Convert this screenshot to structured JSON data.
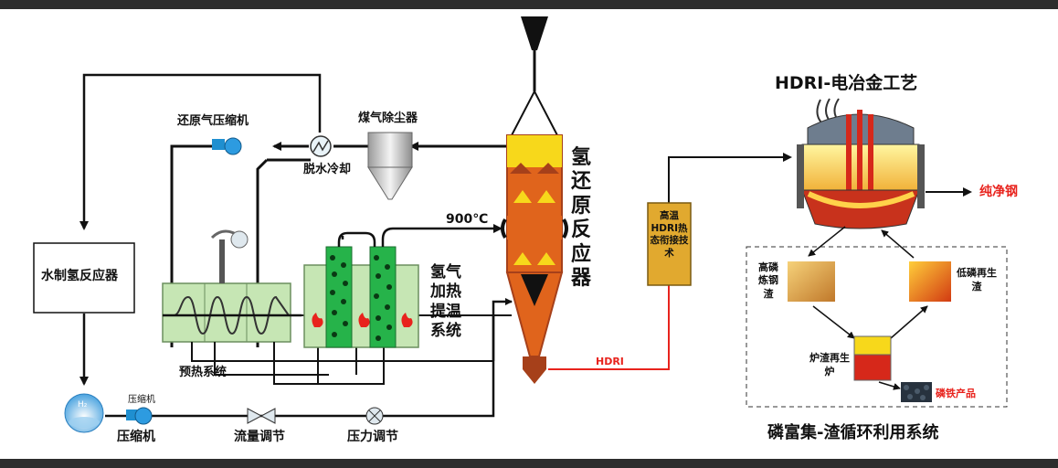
{
  "labels": {
    "water_reactor": "水制氢反应器",
    "reducing_gas_compressor": "还原气压缩机",
    "dehydration_cooling": "脱水冷却",
    "gas_dedusting": "煤气除尘器",
    "temp_900": "900℃",
    "hydrogen_heating_system": "氢气加热提温系统",
    "preheating_system": "预热系统",
    "compressor_small": "压缩机",
    "compressor": "压缩机",
    "flow_regulation": "流量调节",
    "pressure_regulation": "压力调节",
    "reduction_reactor": "氢还原反应器",
    "h2_symbol": "H₂",
    "hdri": "HDRI",
    "hot_transfer": "高温HDRI热态衔接技术",
    "hdri_process_title": "HDRI-电冶金工艺",
    "pure_steel": "纯净钢",
    "high_p_slag": "高磷炼钢渣",
    "low_p_slag": "低磷再生渣",
    "slag_furnace": "炉渣再生炉",
    "p_fe_product": "磷铁产品",
    "recycle_system_title": "磷富集-渣循环利用系统"
  },
  "colors": {
    "red_text": "#e8231d",
    "preheater_green": "#c6e6b4",
    "heater_green": "#26b34a",
    "reactor_orange": "#e0641c",
    "reactor_dark": "#a6401a",
    "reactor_yellow": "#f7d81b",
    "transfer_box": "#e1a92f"
  }
}
